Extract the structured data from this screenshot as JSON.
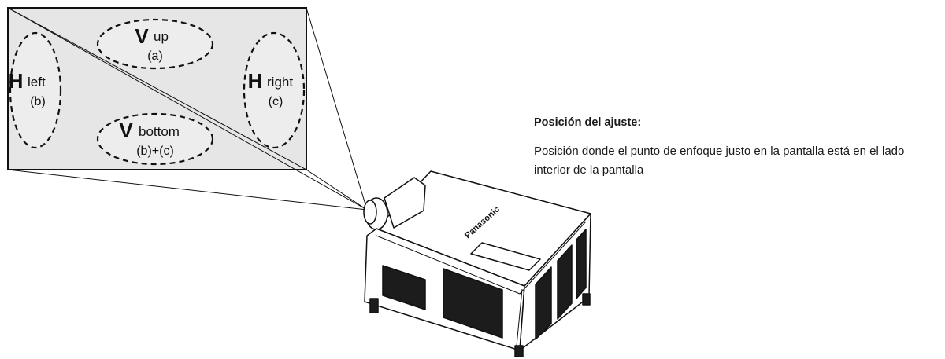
{
  "screen": {
    "zones": {
      "up": {
        "letter": "V",
        "word": "up",
        "code": "(a)"
      },
      "left": {
        "letter": "H",
        "word": "left",
        "code": "(b)"
      },
      "right": {
        "letter": "H",
        "word": "right",
        "code": "(c)"
      },
      "bottom": {
        "letter": "V",
        "word": "bottom",
        "code": "(b)+(c)"
      }
    }
  },
  "projector": {
    "brand": "Panasonic"
  },
  "caption": {
    "title": "Posición del ajuste:",
    "body": "Posición donde el punto de enfoque justo en la pantalla está en el lado interior de la pantalla"
  },
  "colors": {
    "screen_fill": "#e6e6e6",
    "line": "#111111",
    "panel_dark": "#1c1c1c"
  }
}
